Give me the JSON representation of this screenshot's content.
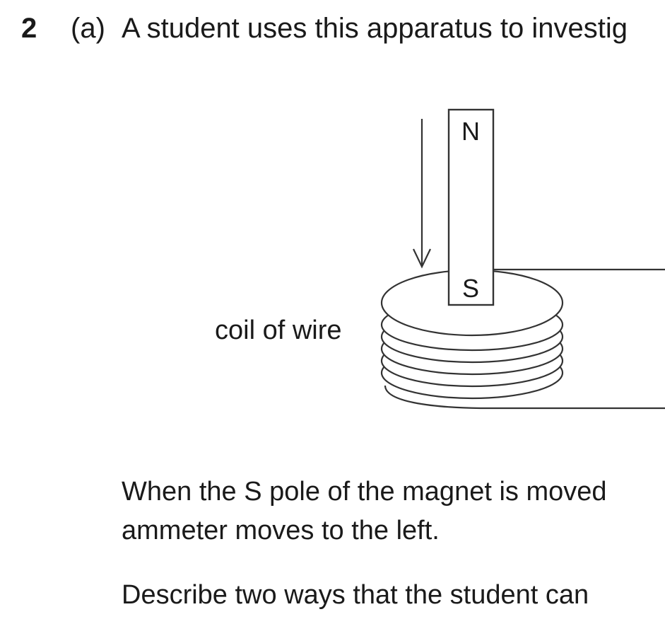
{
  "question": {
    "number": "2",
    "part": "(a)",
    "stem": "A student uses this apparatus to investig"
  },
  "diagram": {
    "magnet_top_pole": "N",
    "magnet_bottom_pole": "S",
    "coil_label": "coil of wire"
  },
  "body": {
    "line1": "When the S pole of the magnet is moved",
    "line2": "ammeter moves to the left.",
    "line3": "Describe two ways that the student can"
  }
}
